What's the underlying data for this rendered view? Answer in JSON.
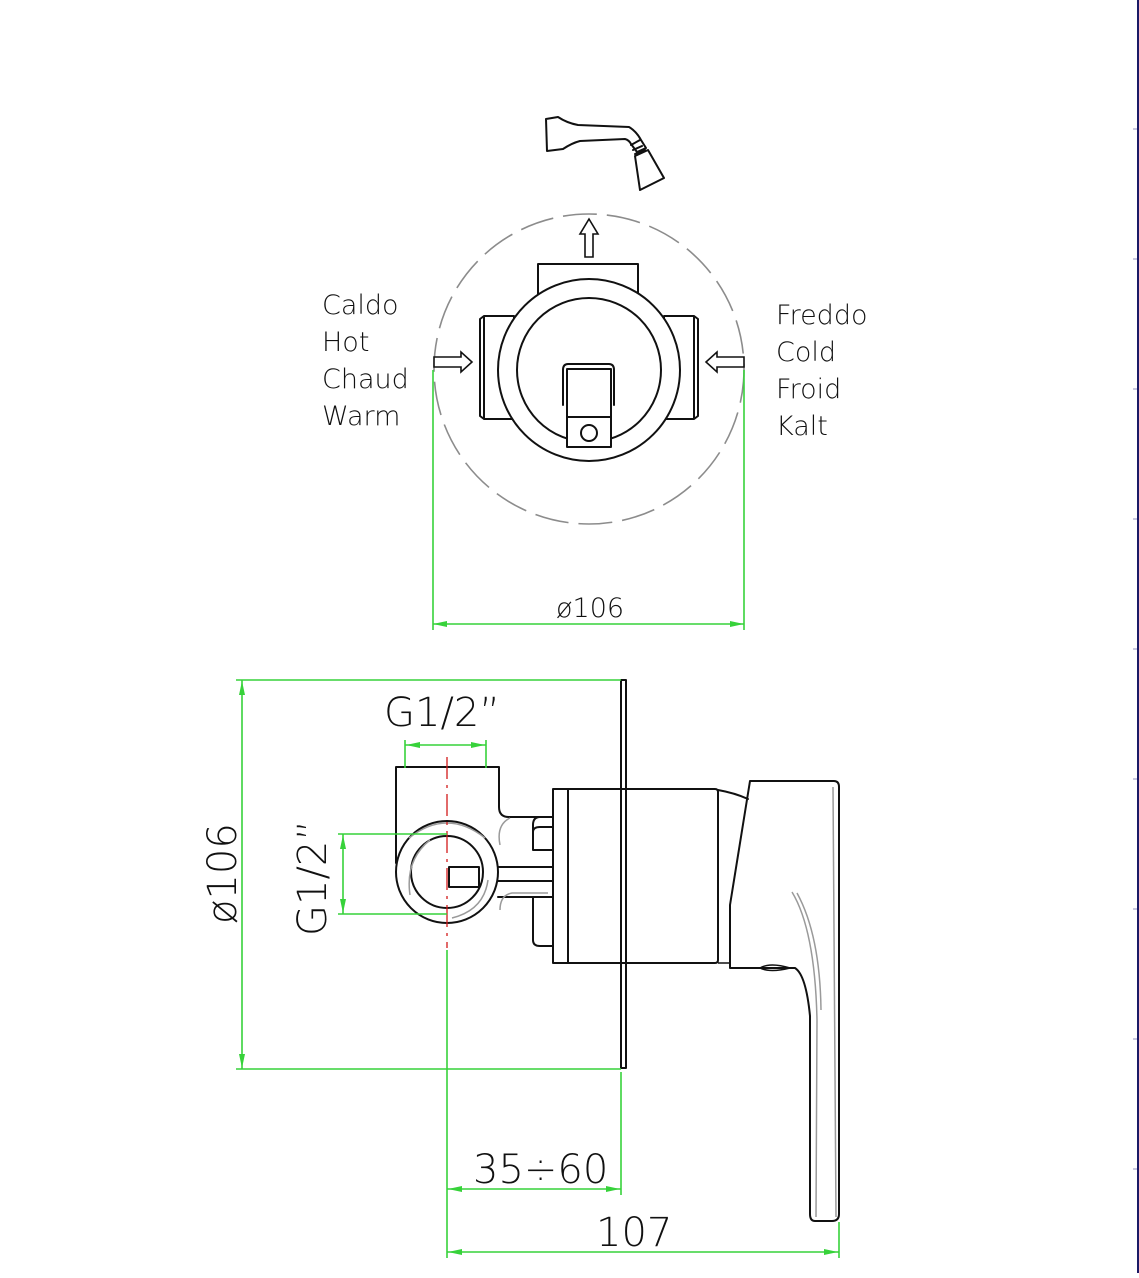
{
  "drawing": {
    "subject": "Concealed single-lever shower mixer — dimension drawing",
    "top_view": {
      "outlet_icon": "shower-head-icon",
      "outlet_arrow": "arrow-up-icon",
      "inlet_left": {
        "arrow": "arrow-right-icon",
        "labels": [
          "Caldo",
          "Hot",
          "Chaud",
          "Warm"
        ]
      },
      "inlet_right": {
        "arrow": "arrow-left-icon",
        "labels": [
          "Freddo",
          "Cold",
          "Froid",
          "Kalt"
        ]
      },
      "plate_diameter_label": "ø106"
    },
    "side_view": {
      "plate_height_label": "ø106",
      "top_thread_label": "G1/2”",
      "side_thread_label": "G1/2”",
      "wall_depth_label": "35÷60",
      "total_depth_label": "107"
    },
    "colors": {
      "line": "#111111",
      "hidden_line": "#9a9a9a",
      "dimension": "#37d23a",
      "center_line": "#d21a1a",
      "background": "#ffffff"
    }
  }
}
